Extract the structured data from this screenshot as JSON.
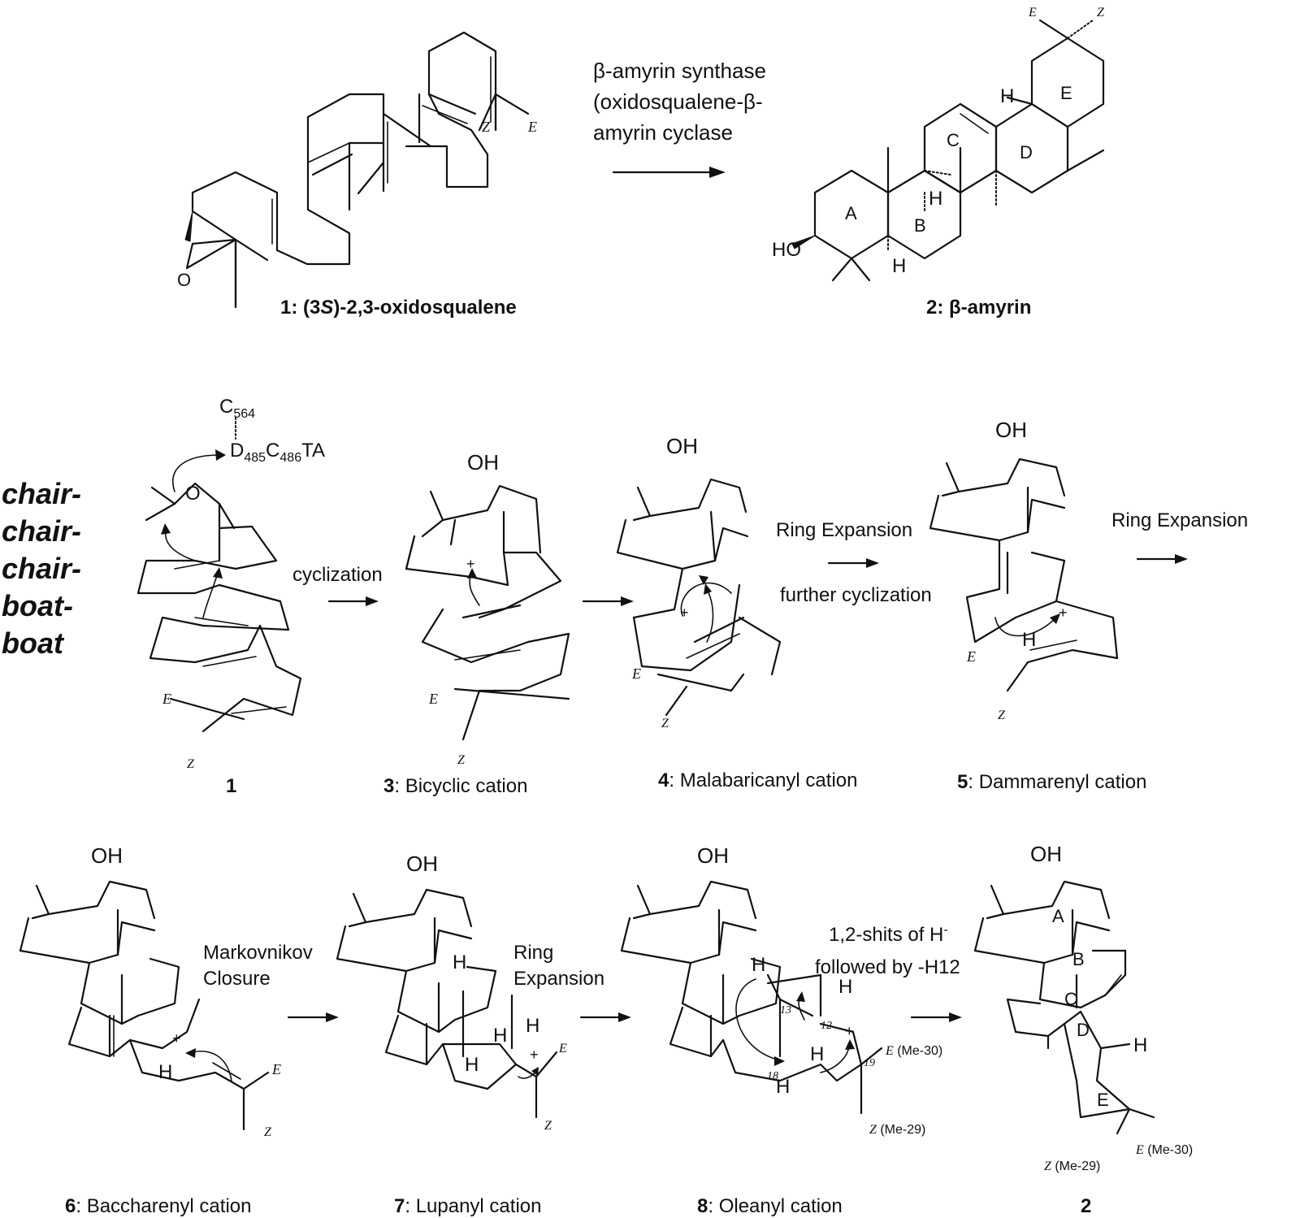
{
  "reaction": {
    "enzyme_lines": [
      "β-amyrin synthase",
      "(oxidosqualene-β-",
      "amyrin cyclase"
    ],
    "compound1": {
      "number": "1:",
      "name": "(3S)-2,3-oxidosqualene",
      "name_pre": "(3",
      "name_italic": "S",
      "name_post": ")-2,3-oxidosqualene"
    },
    "compound2": {
      "number": "2:",
      "name": "β-amyrin"
    },
    "ring_letters": [
      "A",
      "B",
      "C",
      "D",
      "E"
    ],
    "substituents": {
      "hydroxyl": "HO",
      "hydrogen": "H",
      "E": "E",
      "Z": "Z"
    }
  },
  "conformation_label": [
    "chair-",
    "chair-",
    "chair-",
    "boat-",
    "boat"
  ],
  "enzyme_residues": {
    "c564": "C564",
    "c564_main": "C",
    "c564_sub": "564",
    "d485_main": "D",
    "d485_sub": "485",
    "c486_main": "C",
    "c486_sub": "486",
    "ta": "TA"
  },
  "steps": {
    "cyclization": "cyclization",
    "ring_expansion_1": "Ring Expansion",
    "further_cyclization": "further cyclization",
    "ring_expansion_2": "Ring Expansion",
    "markovnikov": [
      "Markovnikov",
      "Closure"
    ],
    "ring_expansion_3": [
      "Ring",
      "Expansion"
    ],
    "hydride_shift": [
      "1,2-shits of H",
      "followed by -H12"
    ],
    "hydride_sup": "-"
  },
  "intermediates": [
    {
      "number": "1",
      "name": ""
    },
    {
      "number": "3",
      "name": ": Bicyclic cation"
    },
    {
      "number": "4",
      "name": ": Malabaricanyl cation"
    },
    {
      "number": "5",
      "name": ": Dammarenyl cation"
    },
    {
      "number": "6",
      "name": ": Baccharenyl cation"
    },
    {
      "number": "7",
      "name": ": Lupanyl cation"
    },
    {
      "number": "8",
      "name": ": Oleanyl cation"
    },
    {
      "number": "2",
      "name": ""
    }
  ],
  "atom_labels": {
    "oh": "OH",
    "o": "O",
    "h": "H",
    "plus": "+",
    "E": "E",
    "Z": "Z",
    "me30": "E (Me-30)",
    "me29": "Z (Me-29)",
    "me30_letter": "E",
    "me30_rest": " (Me-30)",
    "me29_letter": "Z",
    "me29_rest": " (Me-29)",
    "c13": "13",
    "c12": "12",
    "c18": "18",
    "c19": "19"
  }
}
